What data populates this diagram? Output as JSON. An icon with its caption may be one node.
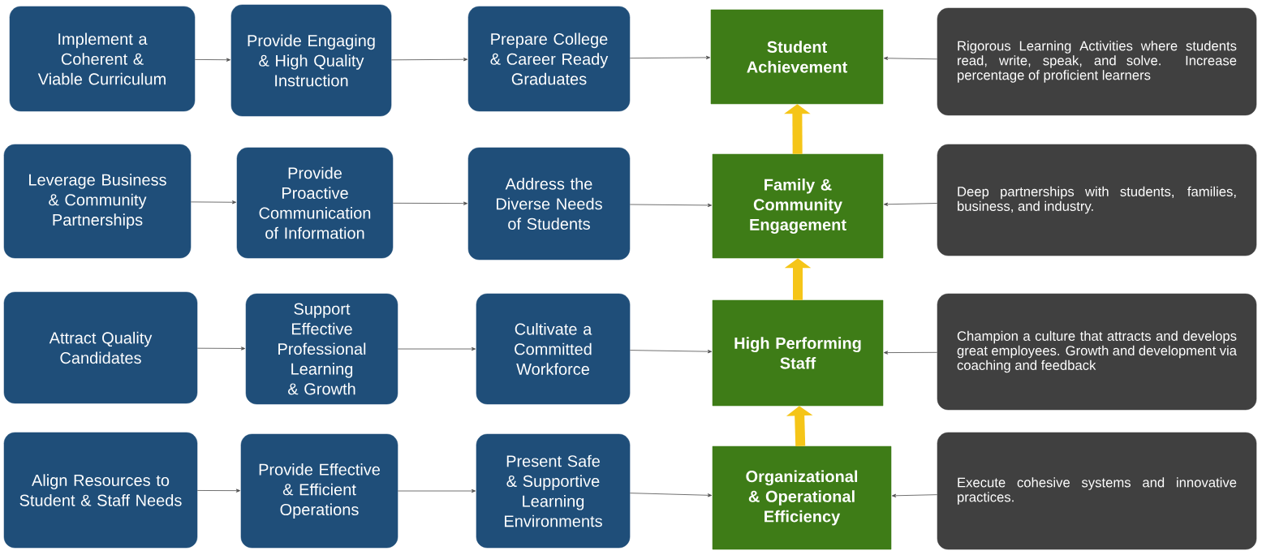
{
  "diagram": {
    "nodes": [
      {
        "text": [
          "Implement a Coherent & Viable Curriculum"
        ]
      },
      {
        "text": [
          "Provide Engaging & High Quality Instruction"
        ]
      },
      {
        "text": [
          "Prepare College & Career Ready Graduates"
        ]
      },
      {
        "text": [
          "Student Achievement"
        ]
      },
      {
        "text": [
          "Rigorous Learning Activities where students read, write, speak, and solve. Increase percentage of proficient learners"
        ]
      },
      {
        "text": [
          "Leverage Business & Community Partnerships"
        ]
      },
      {
        "text": [
          "Provide Proactive Communication of Information"
        ]
      },
      {
        "text": [
          "Address the Diverse Needs of Students"
        ]
      },
      {
        "text": [
          "Family & Community Engagement"
        ]
      },
      {
        "text": [
          "Deep partnerships with students, families, business, and industry."
        ]
      },
      {
        "text": [
          "Attract Quality Candidates"
        ]
      },
      {
        "text": [
          "Support Effective Professional Learning & Growth"
        ]
      },
      {
        "text": [
          "Cultivate a Committed Workforce"
        ]
      },
      {
        "text": [
          "High Performing Staff"
        ]
      },
      {
        "text": [
          "Champion a culture that attracts and develops great employees. Growth and development via coaching and feedback"
        ]
      },
      {
        "text": [
          "Align Resources to Student & Staff Needs"
        ]
      },
      {
        "text": [
          "Provide Effective & Efficient Operations"
        ]
      },
      {
        "text": [
          "Present Safe & Supportive Learning Environments"
        ]
      },
      {
        "text": [
          "Organizational & Operational Efficiency"
        ]
      },
      {
        "text": [
          "Execute cohesive systems and innovative practices."
        ]
      }
    ],
    "edges": [
      {
        "from": 0,
        "to": 1,
        "arrow": "to"
      },
      {
        "from": 1,
        "to": 2,
        "arrow": "to"
      },
      {
        "from": 2,
        "to": 3,
        "arrow": "to"
      },
      {
        "from": 4,
        "to": 3,
        "arrow": "to"
      },
      {
        "from": 5,
        "to": 6,
        "arrow": "to"
      },
      {
        "from": 6,
        "to": 7,
        "arrow": "to"
      },
      {
        "from": 7,
        "to": 8,
        "arrow": "to"
      },
      {
        "from": 9,
        "to": 8,
        "arrow": "to"
      },
      {
        "from": 10,
        "to": 11,
        "arrow": "to"
      },
      {
        "from": 11,
        "to": 12,
        "arrow": "to"
      },
      {
        "from": 12,
        "to": 13,
        "arrow": "to"
      },
      {
        "from": 14,
        "to": 13,
        "arrow": "to"
      },
      {
        "from": 15,
        "to": 16,
        "arrow": "to"
      },
      {
        "from": 16,
        "to": 17,
        "arrow": "to"
      },
      {
        "from": 17,
        "to": 18,
        "arrow": "to"
      },
      {
        "from": 19,
        "to": 18,
        "arrow": "to"
      },
      {
        "from": 8,
        "to": 3,
        "arrow": "to",
        "style": "thick",
        "color": "#f5c518"
      },
      {
        "from": 13,
        "to": 8,
        "arrow": "to",
        "style": "thick",
        "color": "#f5c518"
      },
      {
        "from": 18,
        "to": 13,
        "arrow": "to",
        "style": "thick",
        "color": "#f5c518"
      }
    ]
  }
}
